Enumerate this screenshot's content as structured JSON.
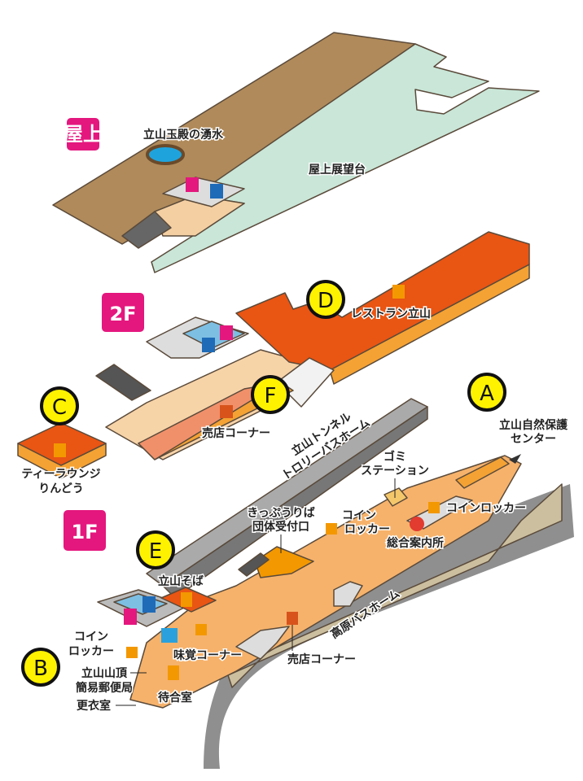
{
  "floors": {
    "roof": "屋上",
    "second": "2F",
    "first": "1F"
  },
  "markers": {
    "a": "A",
    "b": "B",
    "c": "C",
    "d": "D",
    "e": "E",
    "f": "F"
  },
  "roof": {
    "spring": "立山玉殿の湧水",
    "observation_deck": "屋上展望台"
  },
  "second_floor": {
    "restaurant": "レストラン立山",
    "shop": "売店コーナー",
    "tea_lounge_1": "ティーラウンジ",
    "tea_lounge_2": "りんどう"
  },
  "first_floor": {
    "trolley_1": "立山トンネル",
    "trolley_2": "トロリーバスホーム",
    "nature_center_1": "立山自然保護",
    "nature_center_2": "センター",
    "garbage_1": "ゴミ",
    "garbage_2": "ステーション",
    "tickets_1": "きっぷうりば",
    "tickets_2": "団体受付口",
    "locker_mid_1": "コイン",
    "locker_mid_2": "ロッカー",
    "locker_right": "コインロッカー",
    "info": "総合案内所",
    "soba": "立山そば",
    "highland_bus": "高原バスホーム",
    "locker_left_1": "コイン",
    "locker_left_2": "ロッカー",
    "taste_corner": "味覚コーナー",
    "shop": "売店コーナー",
    "post_1": "立山山頂",
    "post_2": "簡易郵便局",
    "waiting": "待合室",
    "changing": "更衣室"
  },
  "colors": {
    "badge": "#e4177e",
    "marker": "#fff200",
    "restaurant": "#e95513",
    "floor": "#f6b26b",
    "deck": "#c9e6d8",
    "roof": "#b08a5a"
  }
}
